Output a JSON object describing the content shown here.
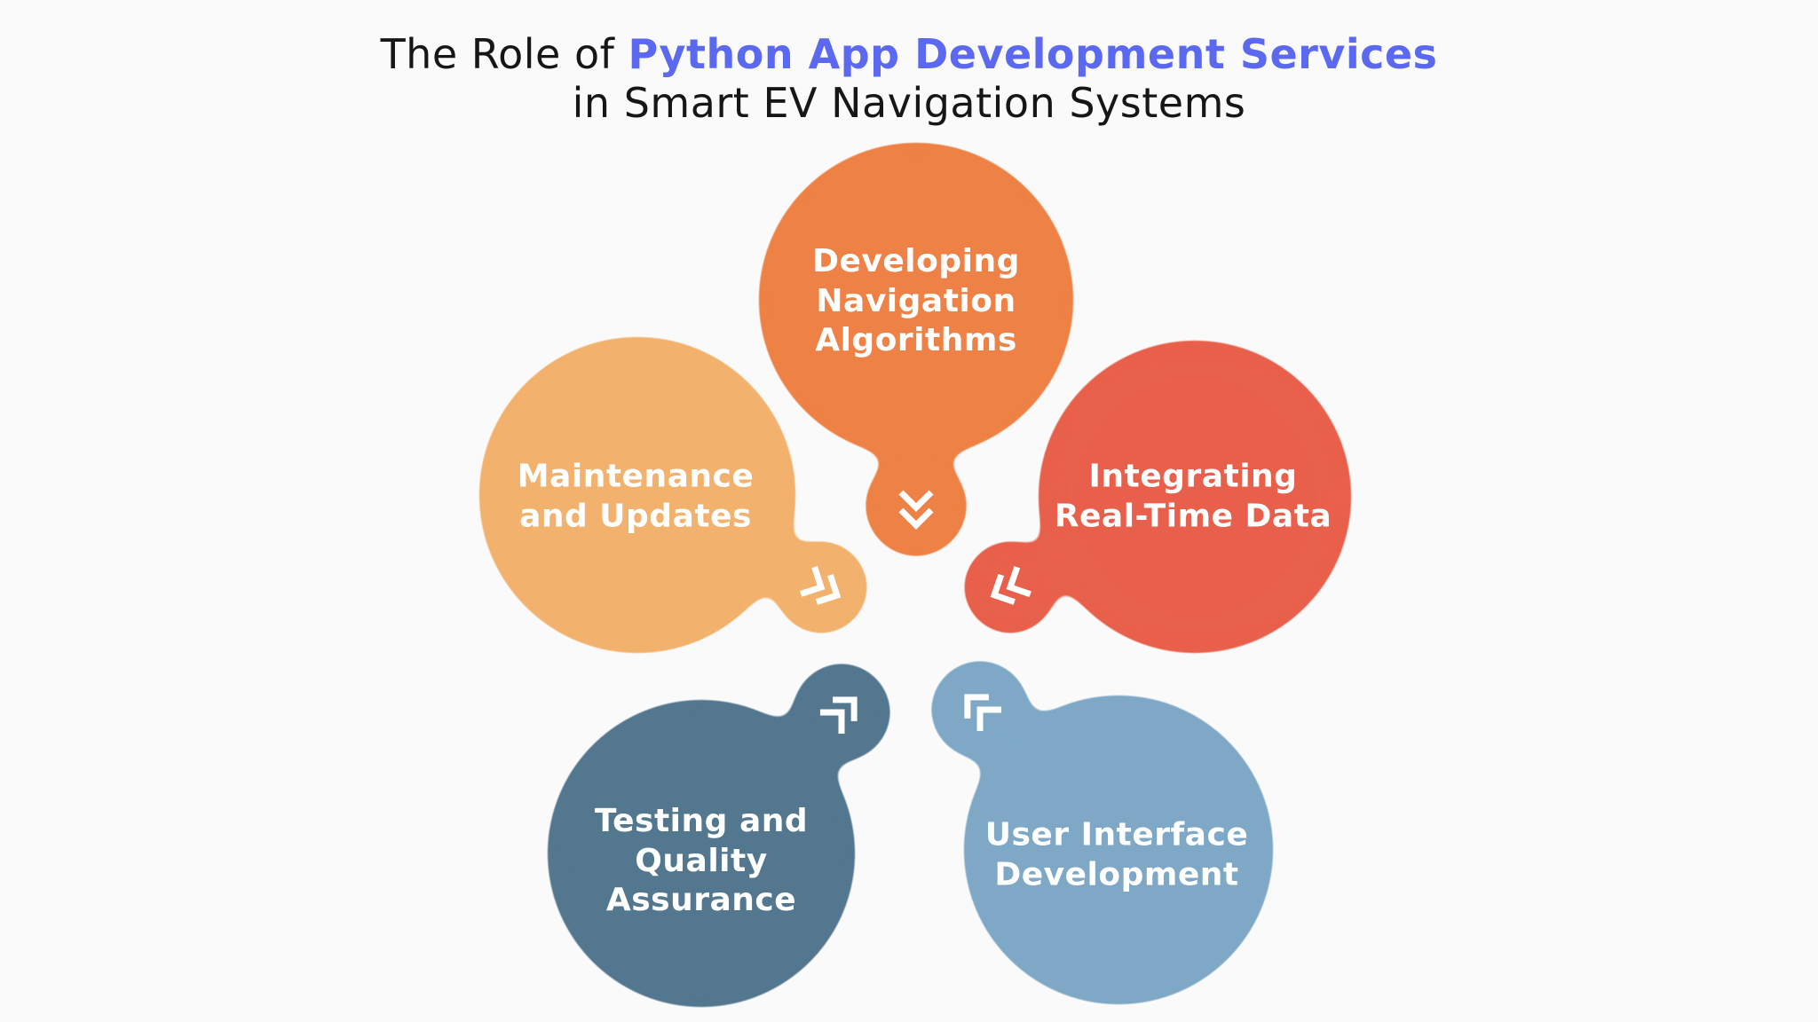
{
  "background_color": "#FAFAFA",
  "title": {
    "line1_prefix": "The Role of ",
    "line1_highlight": "Python App Development Services",
    "line2": "in Smart EV Navigation Systems",
    "text_color": "#161616",
    "highlight_color": "#5B68F0"
  },
  "label_text_color": "#FFFFFF",
  "icon_color": "#FFFFFF",
  "bubbles": [
    {
      "id": "developing-navigation-algorithms",
      "label": "Developing\nNavigation\nAlgorithms",
      "color": "#EE8144",
      "icon": "double-chevron-toward-center"
    },
    {
      "id": "maintenance-and-updates",
      "label": "Maintenance\nand Updates",
      "color": "#F2B16C",
      "icon": "double-chevron-toward-center"
    },
    {
      "id": "integrating-real-time-data",
      "label": "Integrating\nReal-Time Data",
      "color": "#E8604B",
      "icon": "double-chevron-toward-center"
    },
    {
      "id": "testing-and-quality-assurance",
      "label": "Testing and\nQuality\nAssurance",
      "color": "#53778F",
      "icon": "double-chevron-toward-center"
    },
    {
      "id": "user-interface-development",
      "label": "User Interface\nDevelopment",
      "color": "#7EA8C6",
      "icon": "double-chevron-toward-center"
    }
  ]
}
